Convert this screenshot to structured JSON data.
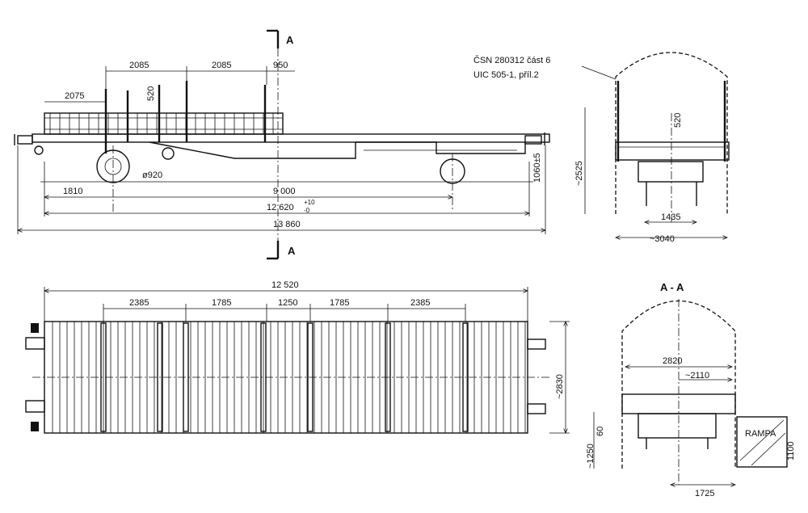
{
  "standard_note": {
    "line1": "ČSN 280312 část 6",
    "line2": "UIC 505-1, příl.2"
  },
  "section_marker": "A",
  "section_title": "A - A",
  "ramp_label": "RAMPA",
  "side_view": {
    "dims_top": [
      "2085",
      "2085",
      "950"
    ],
    "dim_left_top": "2075",
    "stanchion_height": "520",
    "wheel_diameter": "ø920",
    "buffer_height": "1060±5",
    "dims_bottom": [
      "1810",
      "9 000",
      "12 620",
      "13 860"
    ],
    "tolerance_plus": "+10",
    "tolerance_minus": "-0"
  },
  "end_view": {
    "stanchion_height": "520",
    "overall_height": "~2525",
    "track_gauge": "1435",
    "overall_width": "~3040"
  },
  "plan_view": {
    "overall_length": "12 520",
    "segments": [
      "2385",
      "1785",
      "1250",
      "1785",
      "2385"
    ],
    "width": "~2830"
  },
  "section_view": {
    "floor_width": "2820",
    "half_width": "~2110",
    "height_total": "~1250",
    "height_small": "60",
    "ramp_height": "1100",
    "bottom_width": "1725"
  }
}
